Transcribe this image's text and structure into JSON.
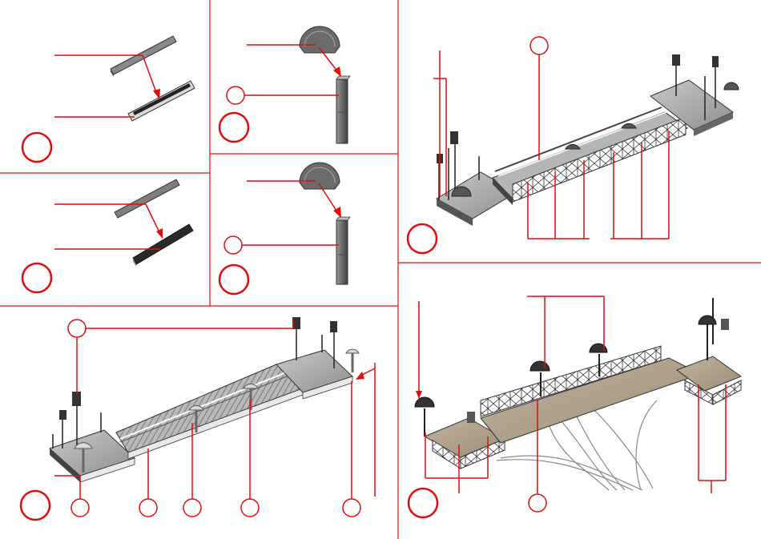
{
  "colors": {
    "accent_red": "#e10d0d",
    "part_dark": "#3a3a3a",
    "part_mid": "#7a7a7a",
    "part_light": "#bdbdbd",
    "deck_wood": "#a89a86",
    "background": "#ffffff"
  },
  "panels": [
    {
      "id": "step-1",
      "content": "pole-and-rail-piece-assembly"
    },
    {
      "id": "step-2",
      "content": "dark-rail-assembly"
    },
    {
      "id": "step-3",
      "content": "canopy-onto-post"
    },
    {
      "id": "step-4",
      "content": "canopy-onto-post-variant"
    },
    {
      "id": "step-5",
      "content": "platform-with-lamps-callouts"
    },
    {
      "id": "step-6",
      "content": "platform-with-fences"
    },
    {
      "id": "step-7",
      "content": "platform-with-wires"
    }
  ]
}
